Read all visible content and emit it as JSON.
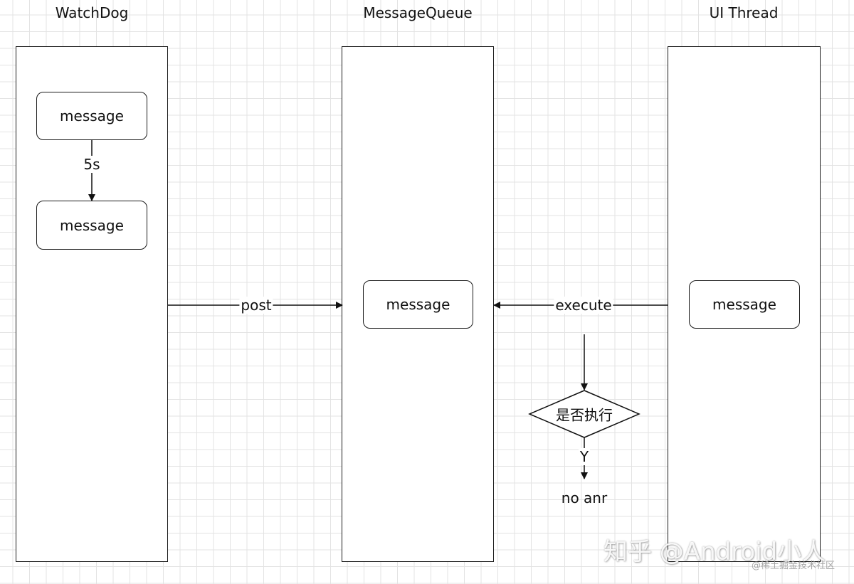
{
  "lanes": {
    "watchdog": {
      "title": "WatchDog"
    },
    "queue": {
      "title": "MessageQueue"
    },
    "ui": {
      "title": "UI Thread"
    }
  },
  "nodes": {
    "wd_msg1": "message",
    "wd_msg2": "message",
    "queue_msg": "message",
    "ui_msg": "message",
    "decision": "是否执行",
    "result": "no anr"
  },
  "edges": {
    "interval": "5s",
    "post": "post",
    "execute": "execute",
    "yes": "Y"
  },
  "watermark": {
    "main": "知乎 @Android小人",
    "sub": "@稀土掘金技术社区"
  }
}
